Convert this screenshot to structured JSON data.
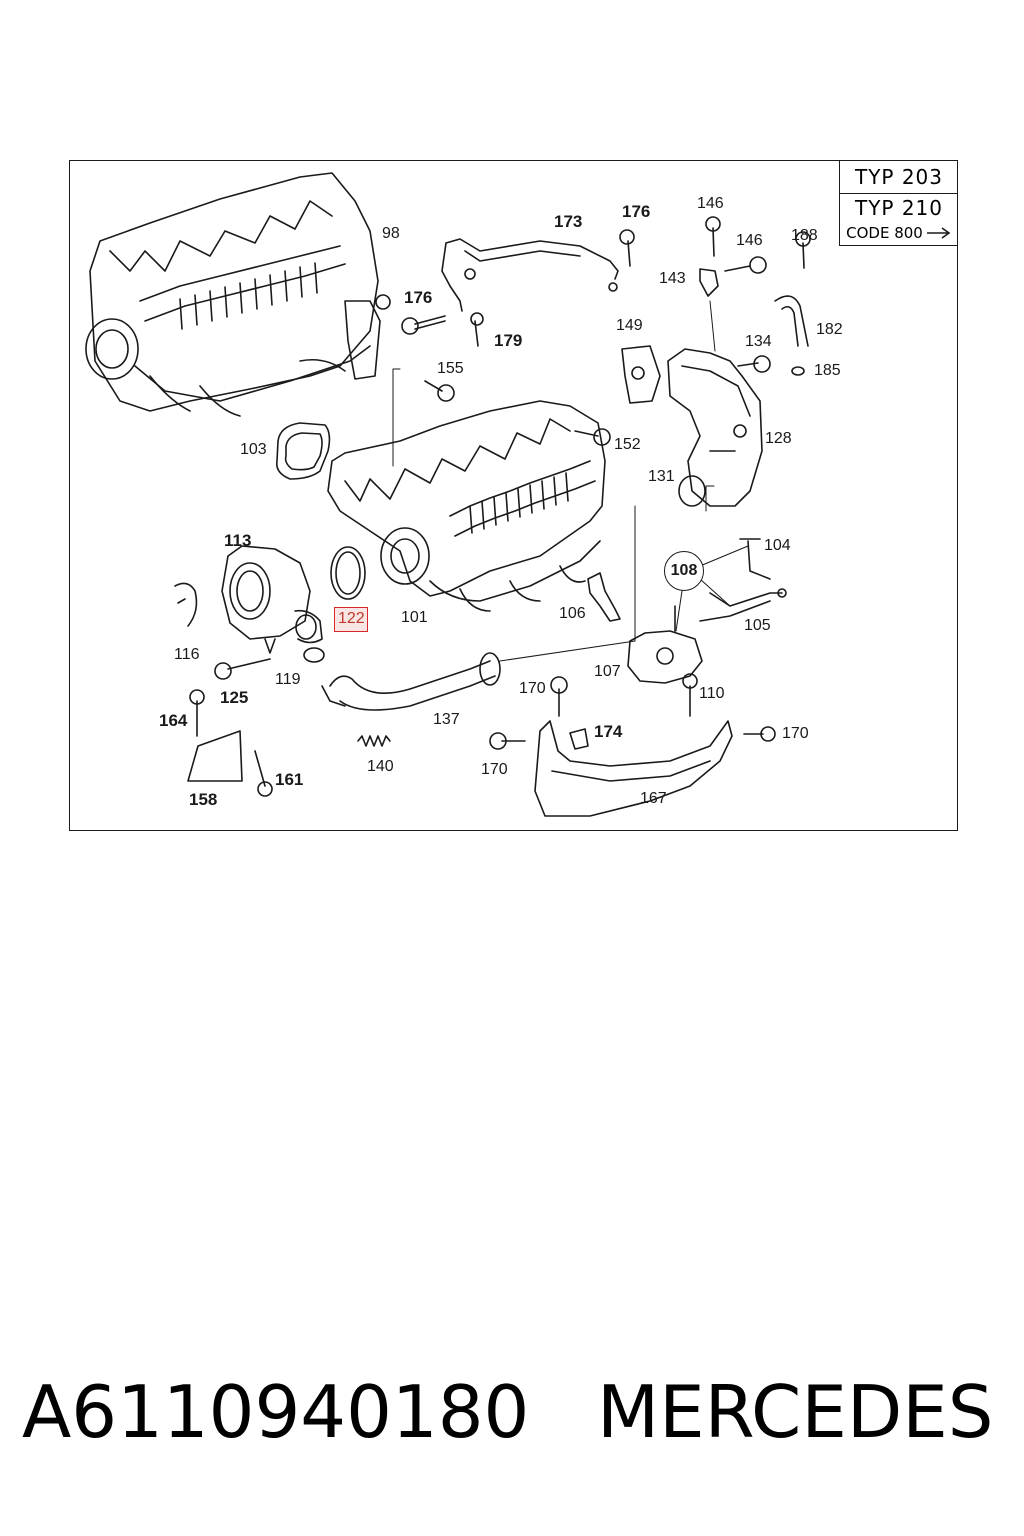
{
  "diagram": {
    "typ_box": {
      "row1": "TYP 203",
      "row2": "TYP 210",
      "row3": "CODE 800"
    },
    "highlight_color": "#d8262b",
    "callouts": [
      {
        "id": "98",
        "text": "98",
        "bold": false
      },
      {
        "id": "173",
        "text": "173",
        "bold": true
      },
      {
        "id": "176a",
        "text": "176",
        "bold": true
      },
      {
        "id": "176b",
        "text": "176",
        "bold": true
      },
      {
        "id": "146a",
        "text": "146",
        "bold": false
      },
      {
        "id": "146b",
        "text": "146",
        "bold": false
      },
      {
        "id": "188",
        "text": "188",
        "bold": false
      },
      {
        "id": "143",
        "text": "143",
        "bold": false
      },
      {
        "id": "179",
        "text": "179",
        "bold": true
      },
      {
        "id": "149",
        "text": "149",
        "bold": false
      },
      {
        "id": "182",
        "text": "182",
        "bold": false
      },
      {
        "id": "134",
        "text": "134",
        "bold": false
      },
      {
        "id": "185",
        "text": "185",
        "bold": false
      },
      {
        "id": "155",
        "text": "155",
        "bold": false
      },
      {
        "id": "128",
        "text": "128",
        "bold": false
      },
      {
        "id": "103",
        "text": "103",
        "bold": false
      },
      {
        "id": "152",
        "text": "152",
        "bold": false
      },
      {
        "id": "131",
        "text": "131",
        "bold": false
      },
      {
        "id": "113",
        "text": "113",
        "bold": true
      },
      {
        "id": "104",
        "text": "104",
        "bold": false
      },
      {
        "id": "108",
        "text": "108",
        "bold": true
      },
      {
        "id": "122",
        "text": "122",
        "bold": false
      },
      {
        "id": "101",
        "text": "101",
        "bold": false
      },
      {
        "id": "106",
        "text": "106",
        "bold": false
      },
      {
        "id": "105",
        "text": "105",
        "bold": false
      },
      {
        "id": "116",
        "text": "116",
        "bold": false
      },
      {
        "id": "107",
        "text": "107",
        "bold": false
      },
      {
        "id": "119",
        "text": "119",
        "bold": false
      },
      {
        "id": "125",
        "text": "125",
        "bold": true
      },
      {
        "id": "170a",
        "text": "170",
        "bold": false
      },
      {
        "id": "110",
        "text": "110",
        "bold": false
      },
      {
        "id": "164",
        "text": "164",
        "bold": true
      },
      {
        "id": "137",
        "text": "137",
        "bold": false
      },
      {
        "id": "174",
        "text": "174",
        "bold": true
      },
      {
        "id": "170b",
        "text": "170",
        "bold": false
      },
      {
        "id": "140",
        "text": "140",
        "bold": false
      },
      {
        "id": "170c",
        "text": "170",
        "bold": false
      },
      {
        "id": "161",
        "text": "161",
        "bold": true
      },
      {
        "id": "158",
        "text": "158",
        "bold": true
      },
      {
        "id": "167",
        "text": "167",
        "bold": false
      }
    ]
  },
  "caption": {
    "part_number": "A6110940180",
    "brand": "MERCEDES"
  }
}
